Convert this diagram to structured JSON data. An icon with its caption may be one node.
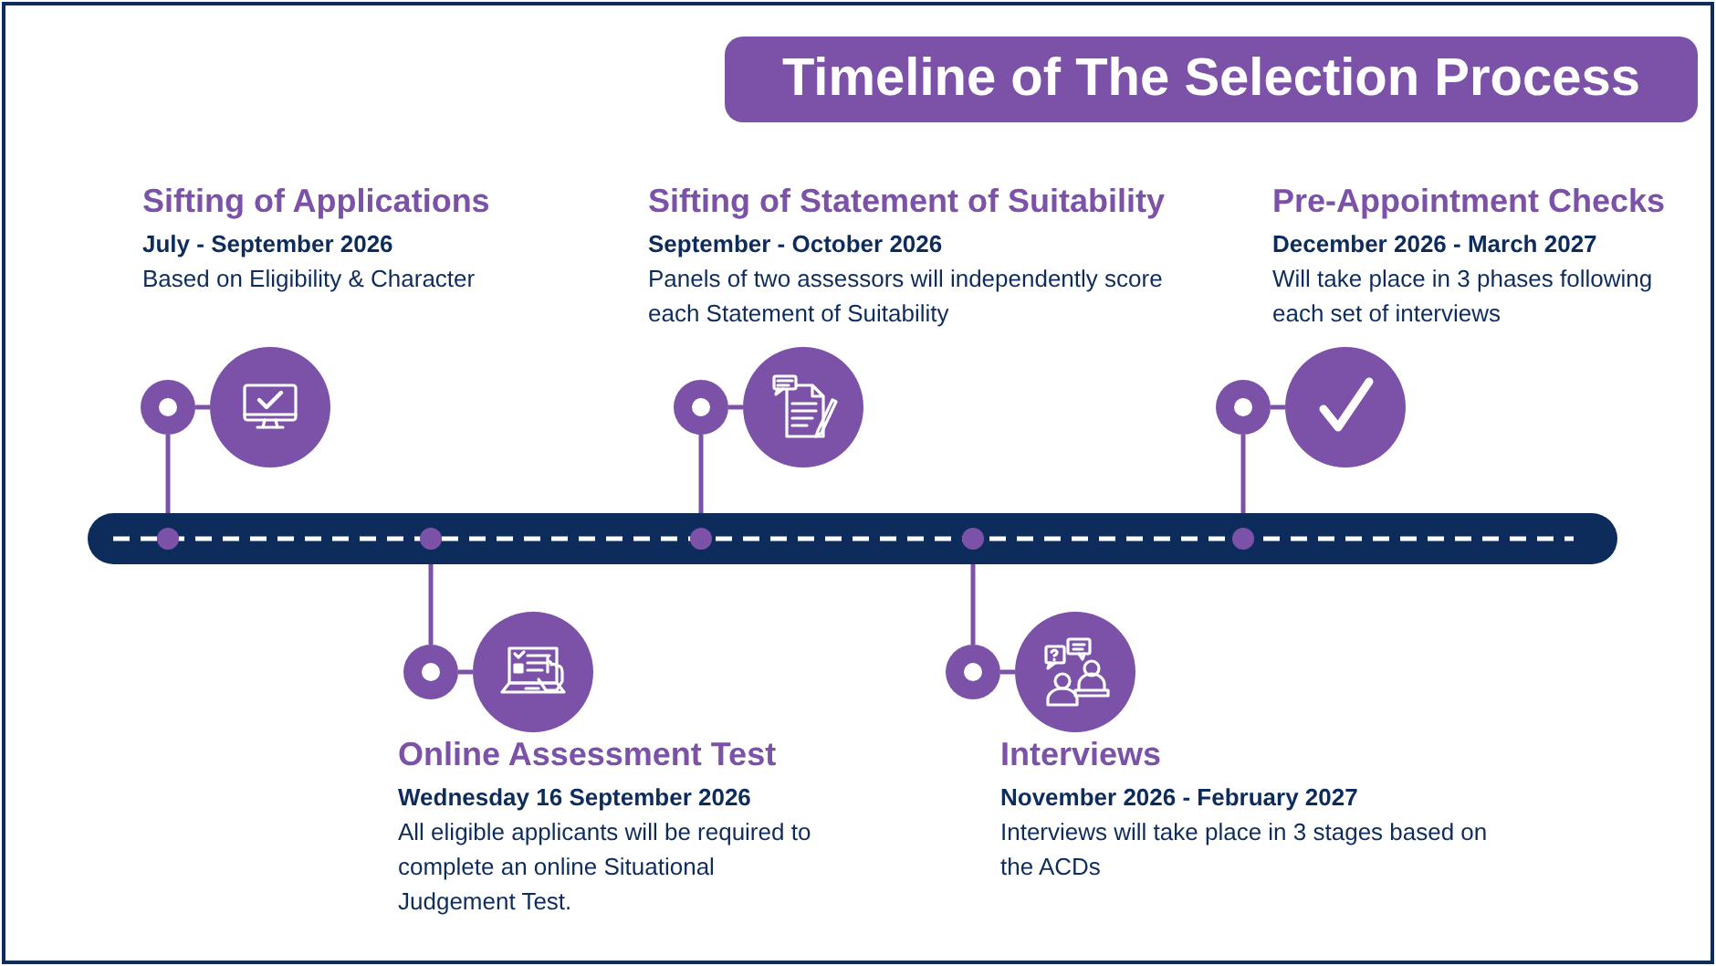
{
  "diagram": {
    "title": "Timeline of The Selection Process",
    "nodes": [
      {
        "text": [],
        "shape": "bar"
      },
      {
        "text": [],
        "shape": "circle"
      },
      {
        "text": [],
        "shape": "circle",
        "beside": [
          "Sifting of Applications",
          "July - September 2026",
          "Based on Eligibility & Character"
        ]
      },
      {
        "text": [],
        "shape": "circle"
      },
      {
        "text": [],
        "shape": "circle",
        "beside": [
          "Online Assessment Test",
          "Wednesday 16 September 2026",
          "All eligible applicants will be required to complete an online Situational Judgement Test."
        ]
      },
      {
        "text": [],
        "shape": "circle"
      },
      {
        "text": [],
        "shape": "circle",
        "beside": [
          "Sifting of Statement of Suitability",
          "September - October 2026",
          "Panels of two assessors will independently score each Statement of Suitability"
        ]
      },
      {
        "text": [],
        "shape": "circle"
      },
      {
        "text": [],
        "shape": "circle",
        "beside": [
          "Interviews",
          "November 2026 - February 2027",
          "Interviews will take place in 3 stages based on the ACDs"
        ]
      },
      {
        "text": [],
        "shape": "circle"
      },
      {
        "text": [],
        "shape": "circle",
        "beside": [
          "Pre-Appointment Checks",
          "December 2026 - March 2027",
          "Will take place in 3 phases following each set of interviews"
        ]
      }
    ],
    "edges": [
      {
        "from": 0,
        "to": 1,
        "arrow": "none"
      },
      {
        "from": 1,
        "to": 2,
        "arrow": "none"
      },
      {
        "from": 0,
        "to": 3,
        "arrow": "none"
      },
      {
        "from": 3,
        "to": 4,
        "arrow": "none"
      },
      {
        "from": 0,
        "to": 5,
        "arrow": "none"
      },
      {
        "from": 5,
        "to": 6,
        "arrow": "none"
      },
      {
        "from": 0,
        "to": 7,
        "arrow": "none"
      },
      {
        "from": 7,
        "to": 8,
        "arrow": "none"
      },
      {
        "from": 0,
        "to": 9,
        "arrow": "none"
      },
      {
        "from": 9,
        "to": 10,
        "arrow": "none"
      }
    ]
  }
}
